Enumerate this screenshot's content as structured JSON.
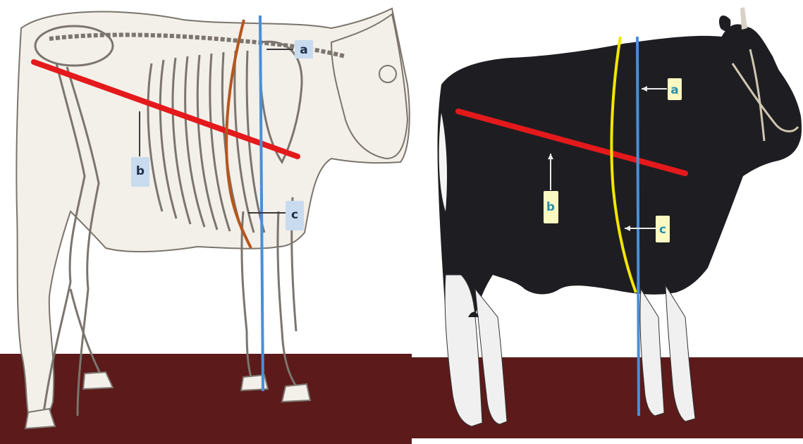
{
  "colors": {
    "ground": "#5c1a1a",
    "length_line": "#e4191b",
    "height_line": "#4a8fd6",
    "girth_left": "#b5561e",
    "girth_right": "#f2e600",
    "label_bg_left": "#c9dbef",
    "label_bg_right": "#fbf9c2",
    "bone_fill": "#f3efe9",
    "bone_stroke": "#7b756d",
    "cow_body": "#1e1e22"
  },
  "left_labels": {
    "a": "a",
    "b": "b",
    "c": "c"
  },
  "right_labels": {
    "a": "a",
    "b": "b",
    "c": "c"
  }
}
